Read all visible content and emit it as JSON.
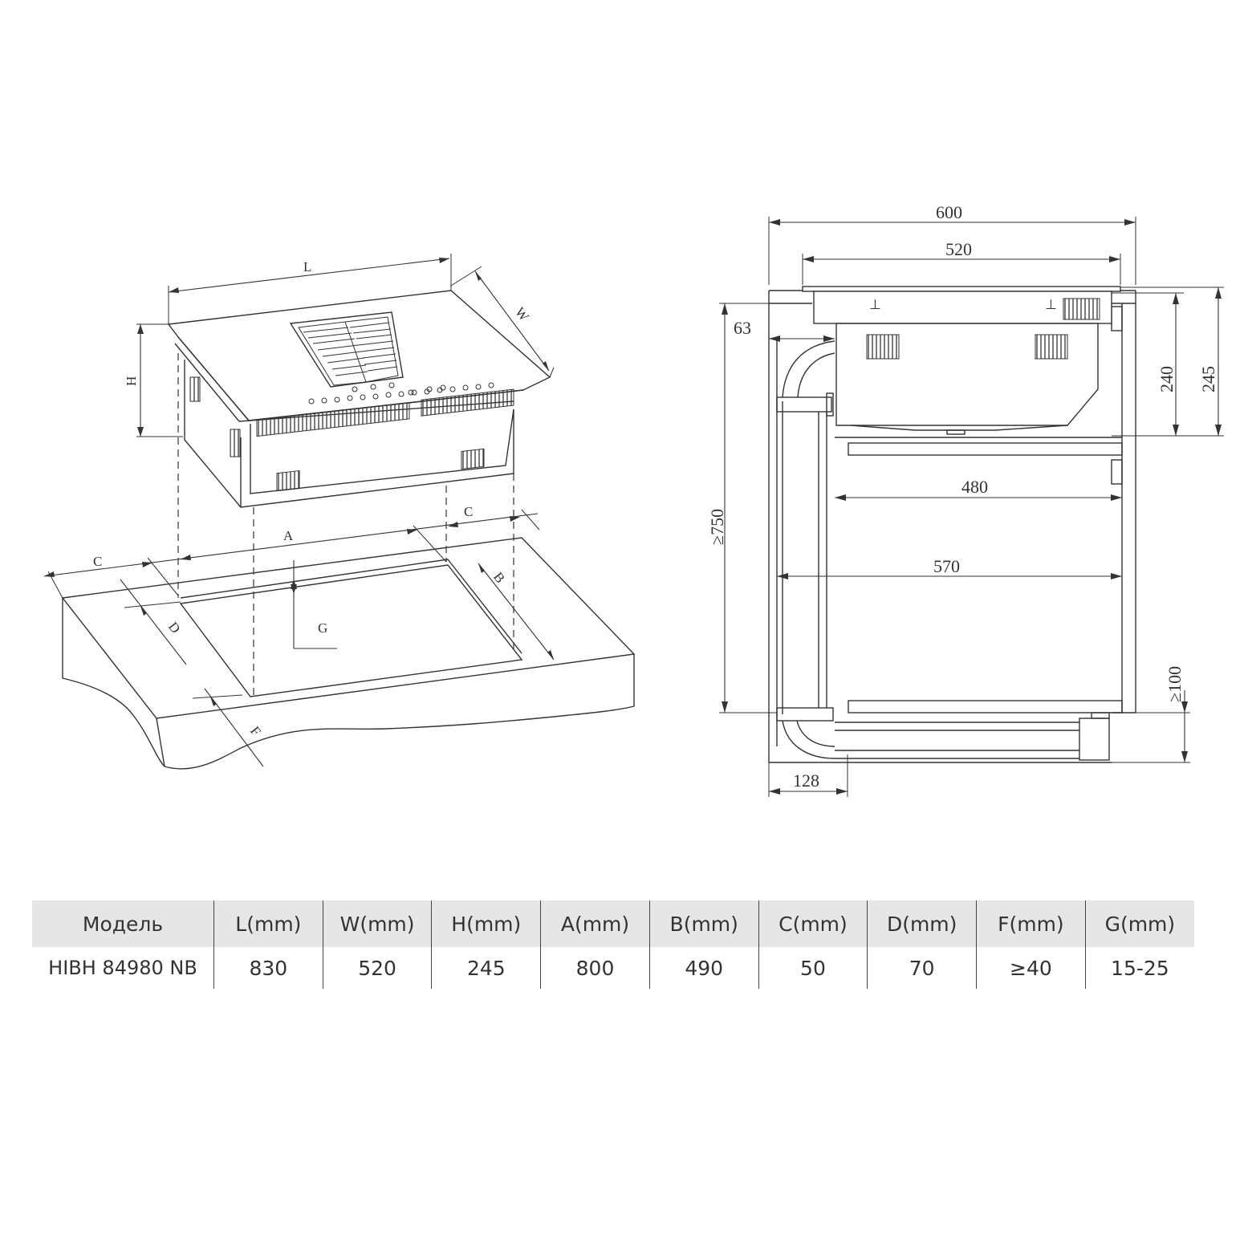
{
  "left_view": {
    "labels": {
      "L": "L",
      "W": "W",
      "H": "H",
      "A": "A",
      "B": "B",
      "C1": "C",
      "C2": "C",
      "D": "D",
      "F": "F",
      "G": "G"
    }
  },
  "right_view": {
    "dims": {
      "d600": "600",
      "d520": "520",
      "d63": "63",
      "d240": "240",
      "d245": "245",
      "d750": "≥750",
      "d480": "480",
      "d570": "570",
      "d100": "≥100",
      "d128": "128"
    }
  },
  "spec_table": {
    "headers": [
      "Модель",
      "L(mm)",
      "W(mm)",
      "H(mm)",
      "A(mm)",
      "B(mm)",
      "C(mm)",
      "D(mm)",
      "F(mm)",
      "G(mm)"
    ],
    "row": [
      "HIBH 84980 NB",
      "830",
      "520",
      "245",
      "800",
      "490",
      "50",
      "70",
      "≥40",
      "15-25"
    ]
  }
}
